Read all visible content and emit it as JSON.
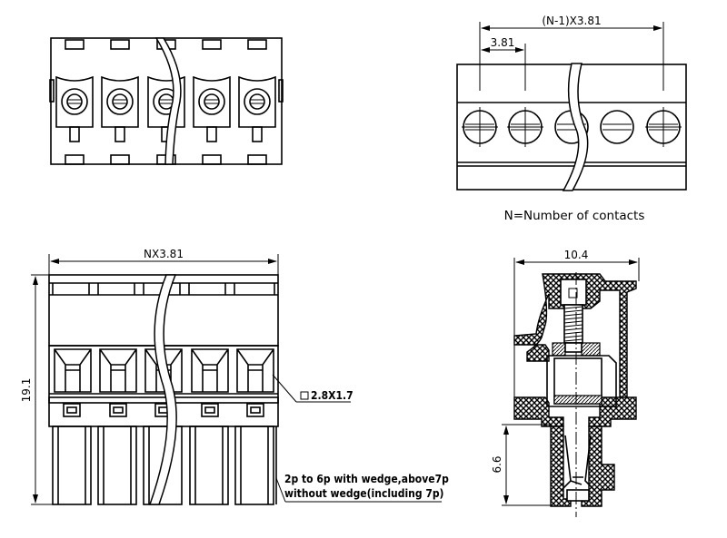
{
  "drawing": {
    "title": "Pluggable terminal block connector dimension drawing",
    "dimensions": {
      "pitch_span": "(N-1)X3.81",
      "pitch": "3.81",
      "total_width": "NX3.81",
      "height": "19.1",
      "depth": "10.4",
      "pin_length": "6.6"
    },
    "notes": {
      "n_definition": "N=Number of contacts",
      "wire_entry": "2.8X1.7",
      "wedge_line1": "2p to 6p with wedge,above7p",
      "wedge_line2": "without wedge(including 7p)"
    },
    "views": [
      "top-view",
      "front-view",
      "side-view",
      "section-view"
    ],
    "contacts_shown": 5
  }
}
